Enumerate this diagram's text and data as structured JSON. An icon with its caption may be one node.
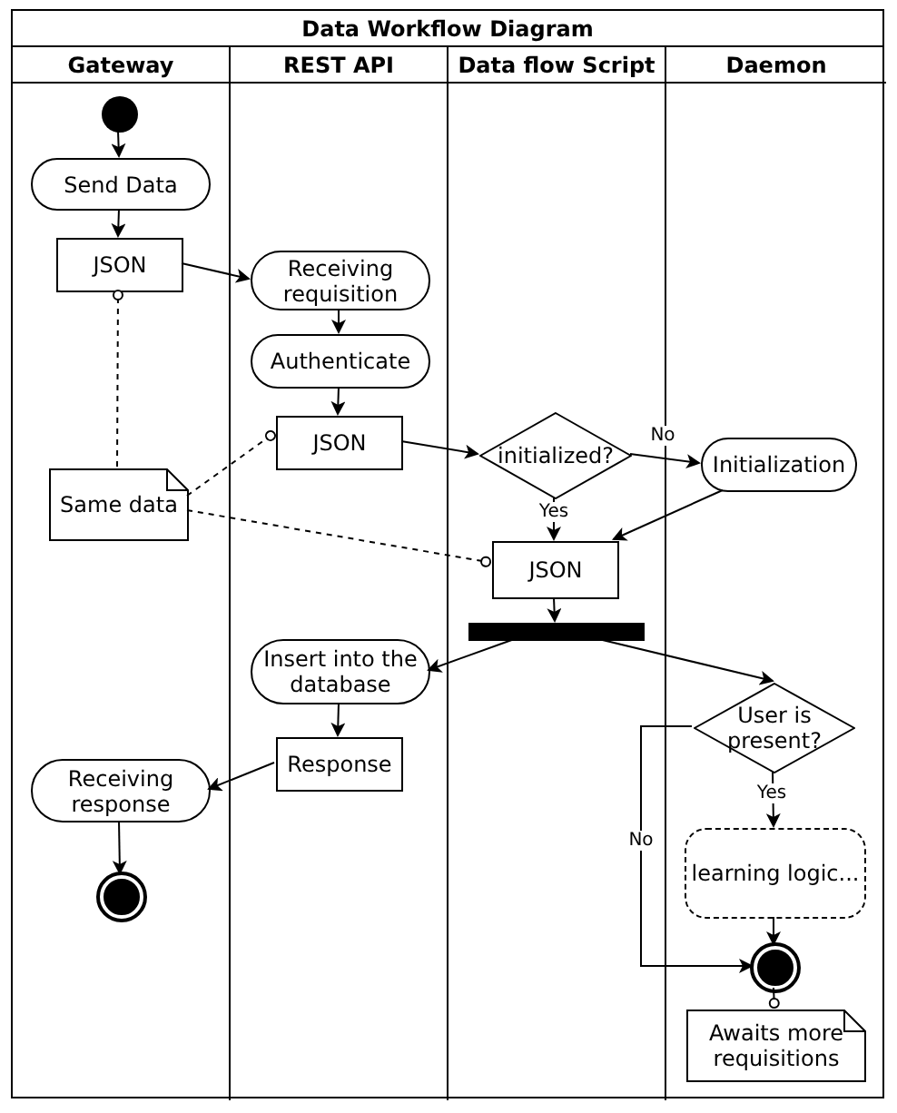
{
  "diagram": {
    "title": "Data Workflow Diagram",
    "nodes": [
      {
        "text": [
          "Gateway"
        ]
      },
      {
        "text": [
          "REST API"
        ]
      },
      {
        "text": [
          "Data flow Script"
        ]
      },
      {
        "text": [
          "Daemon"
        ]
      },
      {
        "text": [],
        "shape": "circle",
        "in": 0
      },
      {
        "text": [
          "Send Data"
        ],
        "in": 0
      },
      {
        "text": [
          "JSON"
        ],
        "in": 0
      },
      {
        "text": [
          "Receiving requisition"
        ],
        "in": 1
      },
      {
        "text": [
          "Authenticate"
        ],
        "in": 1
      },
      {
        "text": [
          "JSON"
        ],
        "in": 1
      },
      {
        "text": [
          "initialized?"
        ],
        "in": 2
      },
      {
        "text": [
          "Initialization"
        ],
        "in": 3
      },
      {
        "text": [
          "Same data"
        ],
        "in": 0
      },
      {
        "text": [
          "JSON"
        ],
        "in": 2
      },
      {
        "text": [],
        "shape": "bar",
        "in": 2
      },
      {
        "text": [
          "Insert into the database"
        ],
        "in": 1
      },
      {
        "text": [
          "User is present?"
        ],
        "in": 3
      },
      {
        "text": [
          "Response"
        ],
        "in": 1
      },
      {
        "text": [
          "Receiving response"
        ],
        "in": 0
      },
      {
        "text": [
          "learning logic..."
        ],
        "in": 3
      },
      {
        "text": [],
        "shape": "circle",
        "in": 0
      },
      {
        "text": [],
        "shape": "circle",
        "in": 3
      },
      {
        "text": [
          "Awaits more requisitions"
        ],
        "in": 3
      }
    ],
    "edges": [
      {
        "from": 4,
        "to": 5,
        "arrow": "to"
      },
      {
        "from": 5,
        "to": 6,
        "arrow": "to"
      },
      {
        "from": 6,
        "to": 7,
        "arrow": "to"
      },
      {
        "from": 7,
        "to": 8,
        "arrow": "to"
      },
      {
        "from": 8,
        "to": 9,
        "arrow": "to"
      },
      {
        "from": 9,
        "to": 10,
        "arrow": "to"
      },
      {
        "from": 10,
        "to": 11,
        "arrow": "to",
        "label": "No"
      },
      {
        "from": 10,
        "to": 13,
        "arrow": "to",
        "label": "Yes"
      },
      {
        "from": 11,
        "to": 13,
        "arrow": "to"
      },
      {
        "from": 13,
        "to": 14,
        "arrow": "to"
      },
      {
        "from": 14,
        "to": 15,
        "arrow": "to"
      },
      {
        "from": 14,
        "to": 16,
        "arrow": "to"
      },
      {
        "from": 15,
        "to": 17,
        "arrow": "to"
      },
      {
        "from": 17,
        "to": 18,
        "arrow": "to"
      },
      {
        "from": 18,
        "to": 20,
        "arrow": "to"
      },
      {
        "from": 16,
        "to": 19,
        "arrow": "to",
        "label": "Yes"
      },
      {
        "from": 19,
        "to": 21,
        "arrow": "to"
      },
      {
        "from": 16,
        "to": 21,
        "arrow": "to",
        "label": "No"
      },
      {
        "from": 12,
        "to": 6,
        "arrow": "other",
        "style": "dashed"
      },
      {
        "from": 12,
        "to": 9,
        "arrow": "other",
        "style": "dashed"
      },
      {
        "from": 12,
        "to": 13,
        "arrow": "other",
        "style": "dashed"
      },
      {
        "from": 21,
        "to": 22,
        "arrow": "other"
      }
    ]
  }
}
